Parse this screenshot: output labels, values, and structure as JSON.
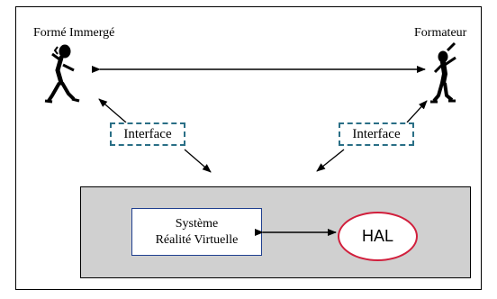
{
  "actors": {
    "left_label": "Formé Immergé",
    "right_label": "Formateur"
  },
  "interfaces": {
    "left_label": "Interface",
    "right_label": "Interface"
  },
  "system_box": {
    "line1": "Système",
    "line2": "Réalité Virtuelle"
  },
  "hal": {
    "label": "HAL"
  },
  "colors": {
    "interface_border": "#2a6f86",
    "gray_panel": "#d0d0d0",
    "hal_border": "#d11f3c",
    "system_border": "#1f3f8f"
  }
}
